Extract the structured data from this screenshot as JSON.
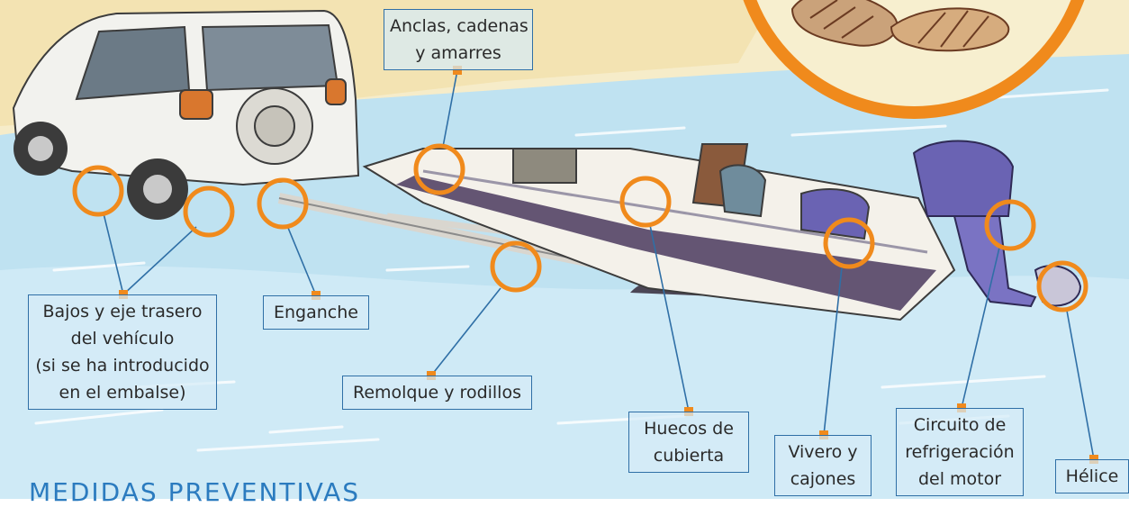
{
  "palette": {
    "water": "#bfe2f1",
    "water_light": "#e3f3fa",
    "sand": "#f3e4b6",
    "ring": "#f08a1c",
    "leader": "#2f6fa6",
    "label_border": "#2f6fa6",
    "heading": "#2b7bbf",
    "hull": "#f4f1ea",
    "hull_dark": "#4a3a5e",
    "motor": "#6a63b3",
    "car": "#f2f2ee"
  },
  "icons": [
    "car-illustration",
    "boat-illustration",
    "trailer-illustration",
    "outboard-motor-illustration",
    "mussel-inset-illustration"
  ],
  "labels": {
    "anclas": [
      "Anclas, cadenas",
      "y amarres"
    ],
    "bajos": [
      "Bajos y eje trasero",
      "del vehículo",
      "(si se ha introducido",
      "en el embalse)"
    ],
    "enganche": [
      "Enganche"
    ],
    "remolque": [
      "Remolque y rodillos"
    ],
    "huecos": [
      "Huecos de",
      "cubierta"
    ],
    "vivero": [
      "Vivero y",
      "cajones"
    ],
    "circuito": [
      "Circuito de",
      "refrigeración",
      "del motor"
    ],
    "helice": [
      "Hélice"
    ]
  },
  "heading": "MEDIDAS PREVENTIVAS"
}
